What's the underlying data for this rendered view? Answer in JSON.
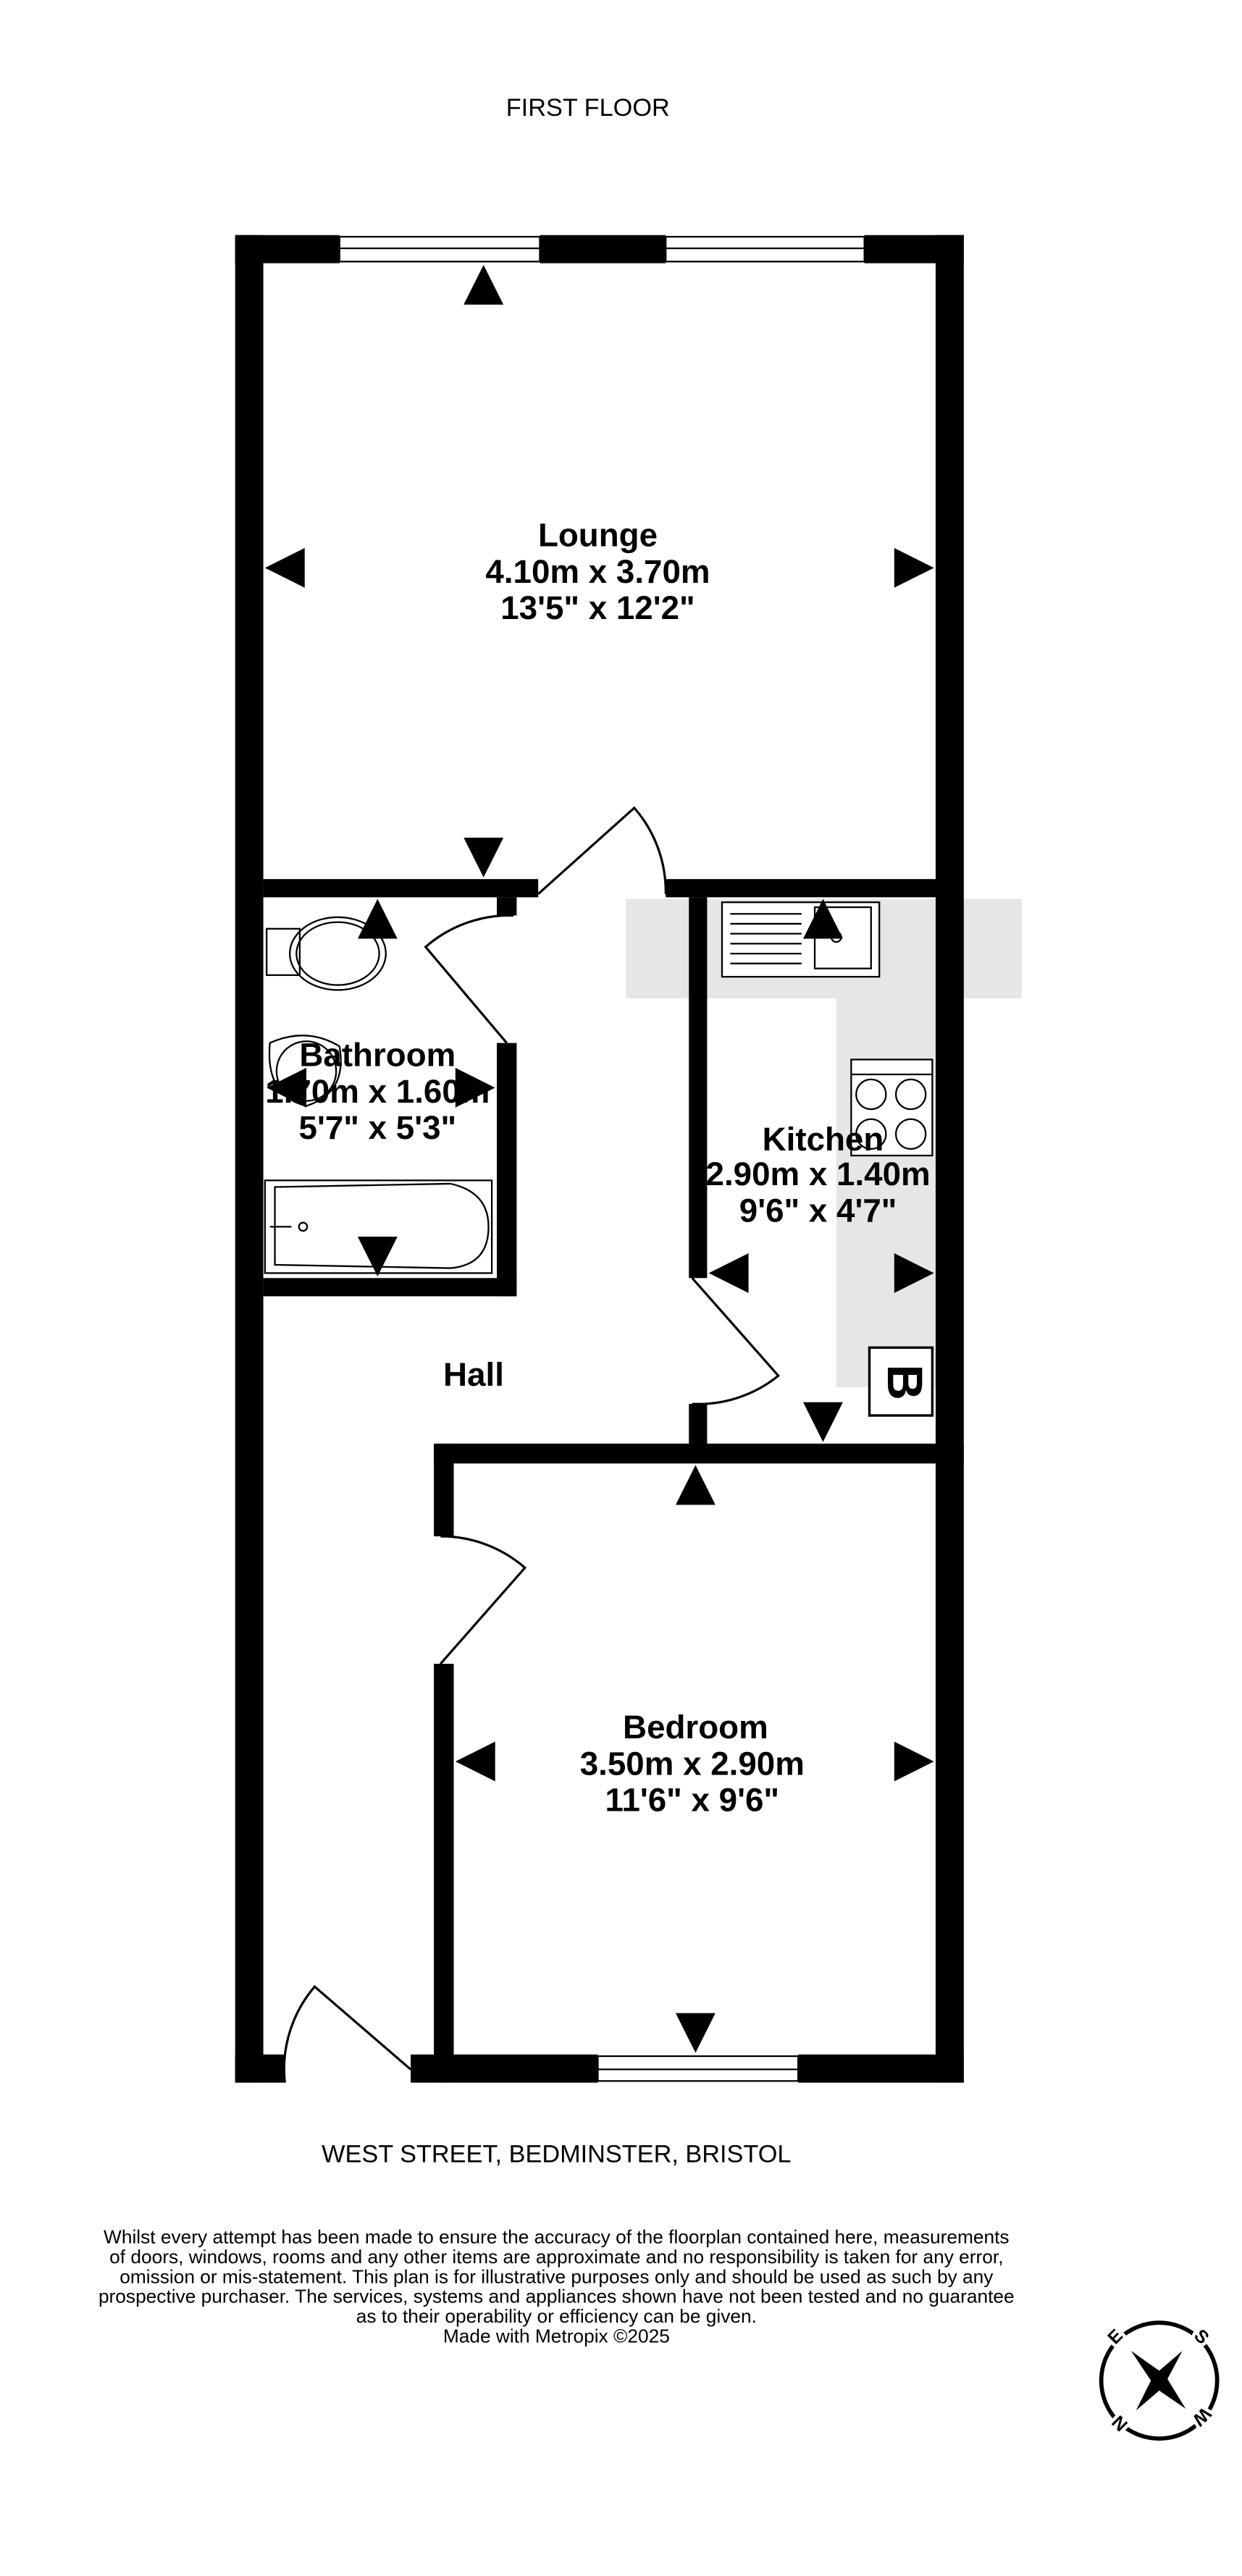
{
  "floor_title": "FIRST FLOOR",
  "rooms": {
    "lounge": {
      "name": "Lounge",
      "metric": "4.10m  x 3.70m",
      "imperial": "13'5\"  x 12'2\""
    },
    "bathroom": {
      "name": "Bathroom",
      "metric": "1.70m  x 1.60m",
      "imperial": "5'7\"  x 5'3\""
    },
    "kitchen": {
      "name": "Kitchen",
      "metric": "2.90m  x 1.40m",
      "imperial": "9'6\"  x 4'7\""
    },
    "hall": {
      "name": "Hall"
    },
    "bedroom": {
      "name": "Bedroom",
      "metric": "3.50m  x 2.90m",
      "imperial": "11'6\"  x 9'6\""
    }
  },
  "boiler_label": "B",
  "address": "WEST STREET, BEDMINSTER, BRISTOL",
  "disclaimer": [
    "Whilst every attempt has been made to ensure the accuracy of the floorplan contained here, measurements",
    "of doors, windows, rooms and any other items are approximate and no responsibility is taken for any error,",
    "omission or mis-statement. This plan is for illustrative purposes only and should be used as such by any",
    "prospective purchaser. The services, systems and appliances shown have not been tested and no guarantee",
    "as to their operability or efficiency can be given.",
    "Made with Metropix ©2025"
  ],
  "compass": {
    "n": "N",
    "e": "E",
    "s": "S",
    "w": "W"
  },
  "colors": {
    "wall": "#000000",
    "kitchen_area": "#e6e6e6"
  }
}
